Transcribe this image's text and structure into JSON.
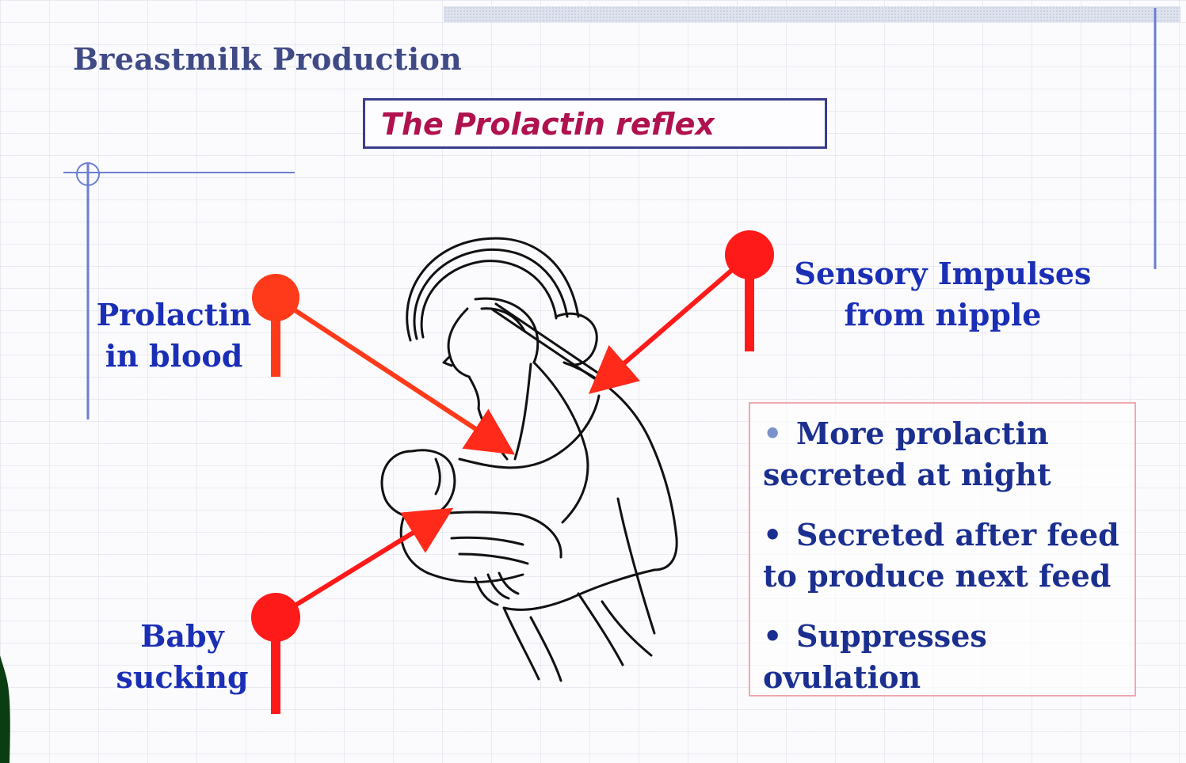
{
  "slide": {
    "title": "Breastmilk Production",
    "subtitle": "The Prolactin reflex"
  },
  "labels": {
    "prolactin_line1": "Prolactin",
    "prolactin_line2": "in blood",
    "sensory_line1": "Sensory Impulses",
    "sensory_line2": "from nipple",
    "baby_line1": "Baby",
    "baby_line2": "sucking"
  },
  "bullets": [
    {
      "line1": "More prolactin",
      "line2": "secreted at night"
    },
    {
      "line1": "Secreted after feed",
      "line2": "to produce next feed"
    },
    {
      "line1": "Suppresses",
      "line2": "ovulation"
    }
  ],
  "colors": {
    "title": "#3f4a86",
    "subtitle": "#b0124f",
    "label_text": "#1a2fb6",
    "arrow": "#ff2a1a",
    "box_border": "#f0a8b0"
  }
}
